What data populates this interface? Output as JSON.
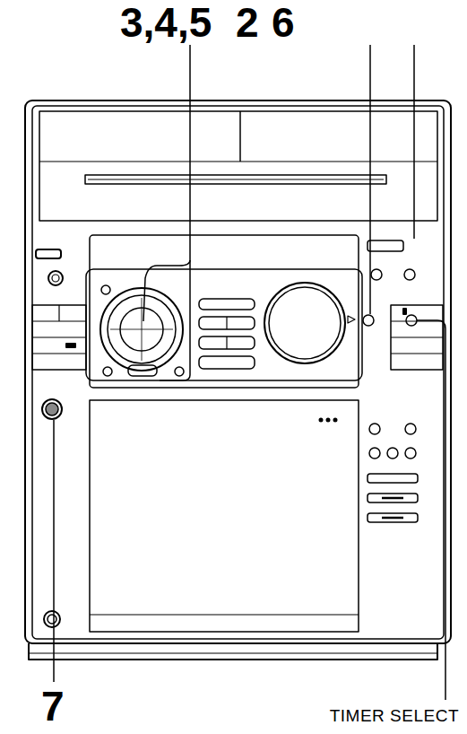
{
  "diagram": {
    "labels": [
      "3,4,5",
      "2",
      "6",
      "7",
      "TIMER SELECT"
    ]
  }
}
